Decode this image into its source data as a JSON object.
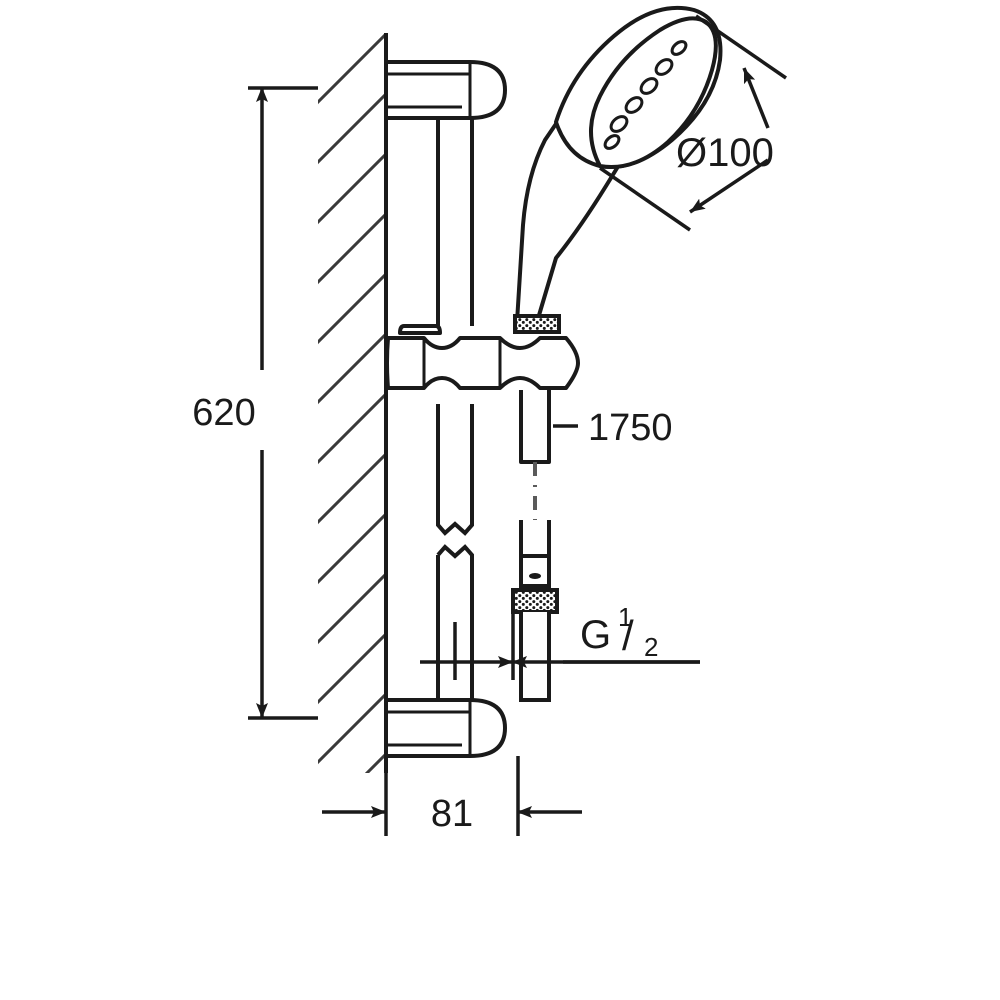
{
  "drawing": {
    "title": "Shower rail set technical dimension drawing",
    "background_color": "#ffffff",
    "line_color": "#1a1a1a",
    "hatch_color": "#3a3a3a"
  },
  "dimensions": {
    "rail_height": {
      "label": "620",
      "name": "rail-height-dimension",
      "unit_implied": "mm",
      "orientation": "vertical"
    },
    "wall_projection": {
      "label": "81",
      "name": "wall-projection-dimension",
      "unit_implied": "mm",
      "orientation": "horizontal"
    },
    "head_diameter": {
      "label": "Ø100",
      "name": "shower-head-diameter-dimension",
      "unit_implied": "mm",
      "orientation": "diagonal"
    },
    "hose_length": {
      "label": "1750",
      "name": "hose-length-callout",
      "unit_implied": "mm"
    },
    "thread": {
      "label_main": "G",
      "label_numerator": "1",
      "label_slash": "/",
      "label_denominator": "2",
      "name": "thread-size-callout"
    }
  },
  "parts": {
    "wall": "wall-section-hatched",
    "upper_bracket": "upper-wall-bracket",
    "lower_bracket": "lower-wall-bracket",
    "slide_bar": "slide-bar",
    "holder": "hand-shower-holder",
    "hand_shower": "hand-shower-head",
    "hose": "shower-hose",
    "hose_nut": "hose-connection-nut"
  }
}
